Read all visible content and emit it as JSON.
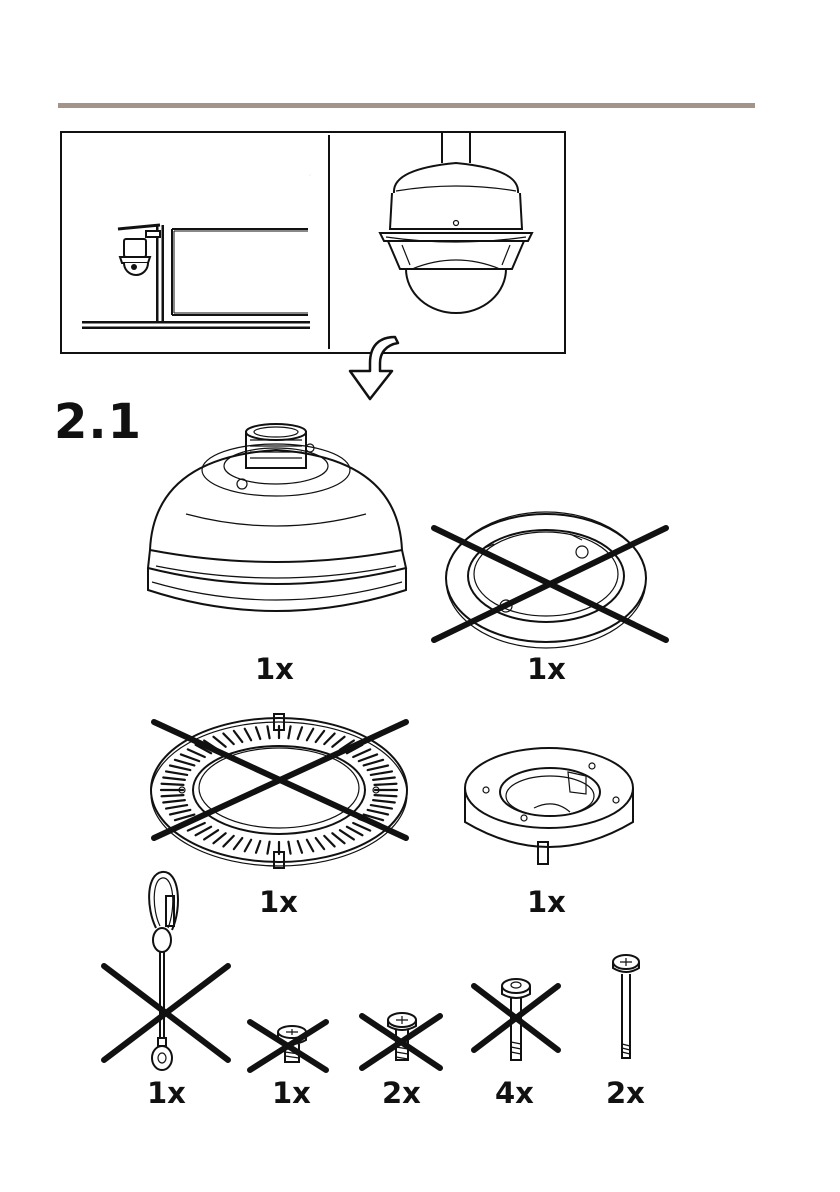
{
  "colors": {
    "rule": "#a39388",
    "ink": "#111111",
    "background": "#ffffff"
  },
  "step": {
    "label": "2.1"
  },
  "icons": [
    "house-wall-mount-icon",
    "dome-camera-icon",
    "down-arrow-icon",
    "cross-out-icon"
  ],
  "parts": [
    {
      "name": "pendant-cover",
      "quantity": "1x",
      "included": true
    },
    {
      "name": "ceiling-ring",
      "quantity": "1x",
      "included": false
    },
    {
      "name": "vented-ring",
      "quantity": "1x",
      "included": false
    },
    {
      "name": "mounting-bracket",
      "quantity": "1x",
      "included": true
    },
    {
      "name": "safety-wire",
      "quantity": "1x",
      "included": false
    },
    {
      "name": "short-screw",
      "quantity": "1x",
      "included": false
    },
    {
      "name": "screw-a",
      "quantity": "2x",
      "included": false
    },
    {
      "name": "screw-b",
      "quantity": "4x",
      "included": false
    },
    {
      "name": "long-bolt",
      "quantity": "2x",
      "included": true
    }
  ]
}
